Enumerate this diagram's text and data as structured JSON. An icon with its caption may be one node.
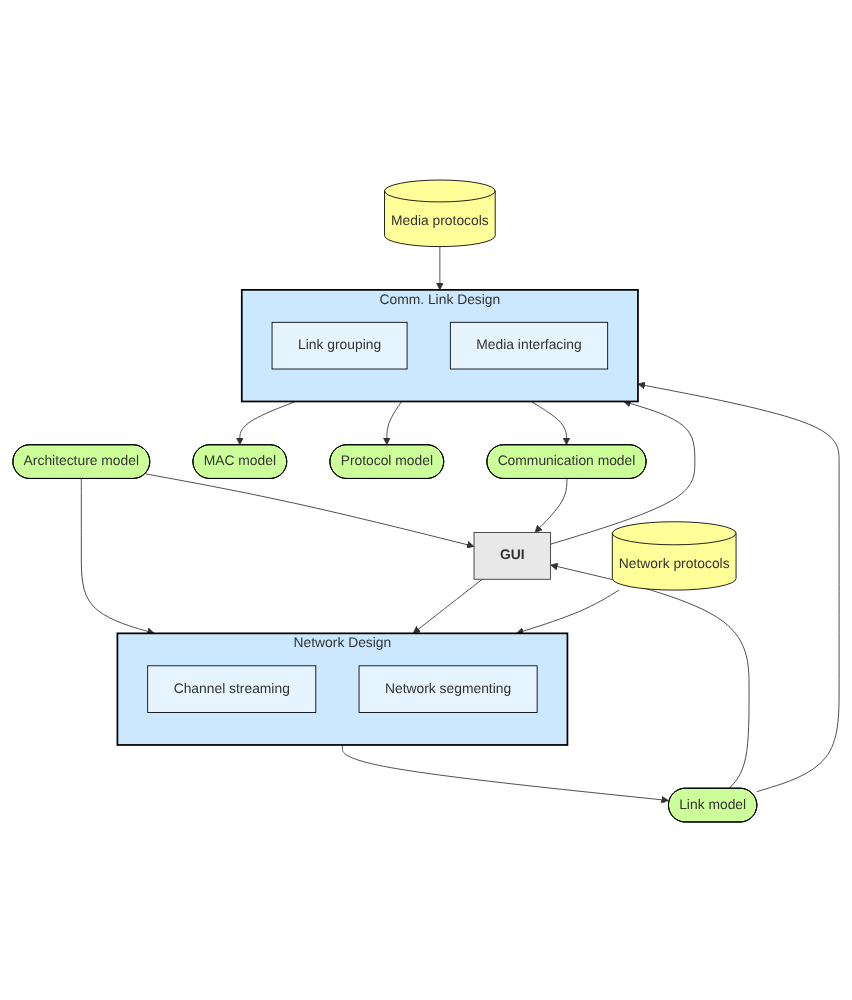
{
  "diagram": {
    "nodes": [
      {
        "text": [
          "GUI"
        ]
      },
      {
        "text": [
          "Architecture model"
        ]
      },
      {
        "text": [
          "Network Design"
        ]
      },
      {
        "text": [
          "Channel streaming"
        ],
        "in": 2
      },
      {
        "text": [
          "Network segmenting"
        ],
        "in": 2
      },
      {
        "text": [
          "Network protocols"
        ]
      },
      {
        "text": [
          "Link model"
        ]
      },
      {
        "text": [
          "Comm. Link Design"
        ]
      },
      {
        "text": [
          "Link grouping"
        ],
        "in": 7
      },
      {
        "text": [
          "Media interfacing"
        ],
        "in": 7
      },
      {
        "text": [
          "Media protocols"
        ]
      },
      {
        "text": [
          "MAC model"
        ]
      },
      {
        "text": [
          "Protocol model"
        ]
      },
      {
        "text": [
          "Communication model"
        ]
      }
    ],
    "edges": [
      {
        "from": 1,
        "to": 0,
        "arrow": "to"
      },
      {
        "from": 1,
        "to": 2,
        "arrow": "to"
      },
      {
        "from": 0,
        "to": 2,
        "arrow": "to"
      },
      {
        "from": 5,
        "to": 2,
        "arrow": "to"
      },
      {
        "from": 2,
        "to": 6,
        "arrow": "to"
      },
      {
        "from": 6,
        "to": 0,
        "arrow": "to"
      },
      {
        "from": 6,
        "to": 7,
        "arrow": "to"
      },
      {
        "from": 0,
        "to": 7,
        "arrow": "to"
      },
      {
        "from": 10,
        "to": 7,
        "arrow": "to"
      },
      {
        "from": 7,
        "to": 11,
        "arrow": "to"
      },
      {
        "from": 7,
        "to": 12,
        "arrow": "to"
      },
      {
        "from": 7,
        "to": 13,
        "arrow": "to"
      },
      {
        "from": 13,
        "to": 0,
        "arrow": "to"
      }
    ]
  }
}
